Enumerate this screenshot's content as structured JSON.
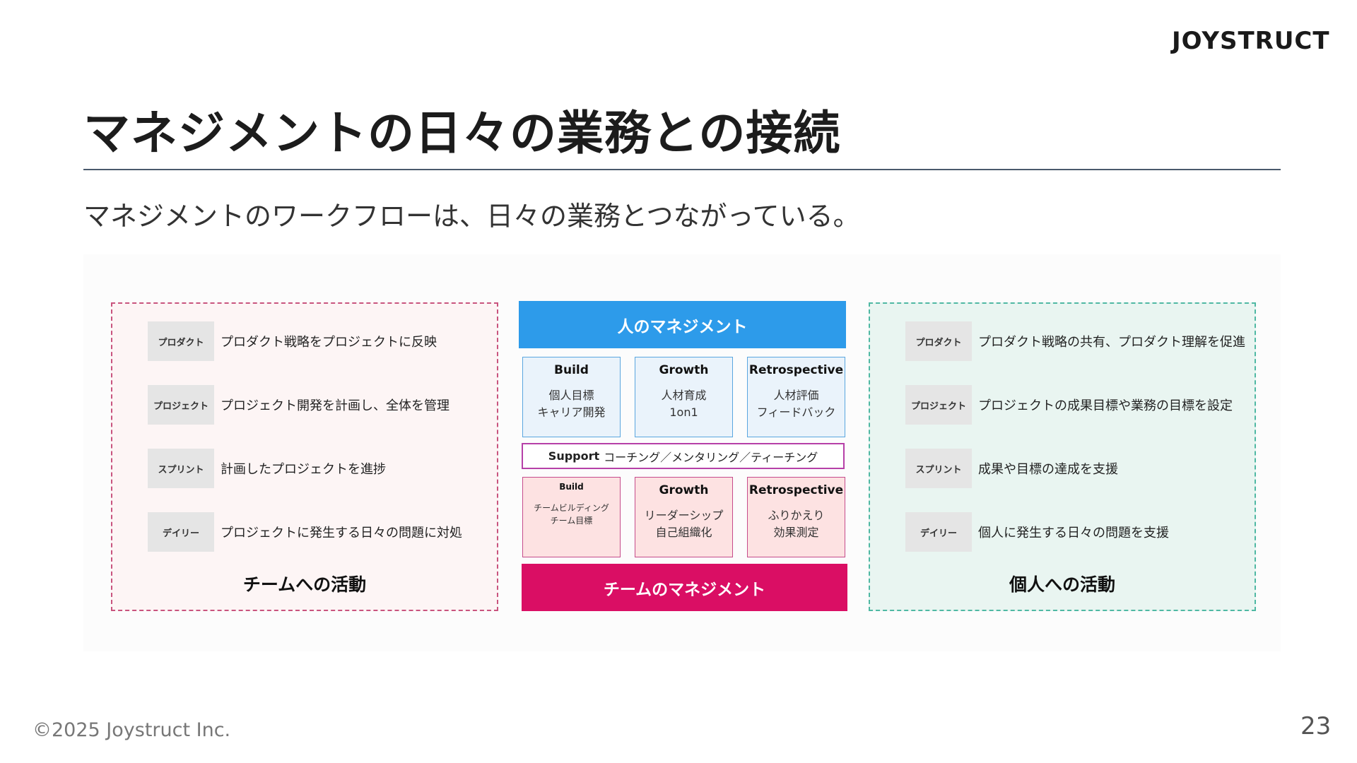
{
  "header": {
    "logo": "JOYSTRUCT"
  },
  "slide": {
    "title": "マネジメントの日々の業務との接続",
    "subtitle": "マネジメントのワークフローは、日々の業務とつながっている。"
  },
  "team_panel": {
    "label": "チームへの活動",
    "rows": [
      {
        "tag": "プロダクト",
        "text": "プロダクト戦略をプロジェクトに反映"
      },
      {
        "tag": "プロジェクト",
        "text": "プロジェクト開発を計画し、全体を管理"
      },
      {
        "tag": "スプリント",
        "text": "計画したプロジェクトを進捗"
      },
      {
        "tag": "デイリー",
        "text": "プロジェクトに発生する日々の問題に対処"
      }
    ]
  },
  "individual_panel": {
    "label": "個人への活動",
    "rows": [
      {
        "tag": "プロダクト",
        "text": "プロダクト戦略の共有、プロダクト理解を促進"
      },
      {
        "tag": "プロジェクト",
        "text": "プロジェクトの成果目標や業務の目標を設定"
      },
      {
        "tag": "スプリント",
        "text": "成果や目標の達成を支援"
      },
      {
        "tag": "デイリー",
        "text": "個人に発生する日々の問題を支援"
      }
    ]
  },
  "center": {
    "top_label": "人のマネジメント",
    "people_cells": [
      {
        "head": "Build",
        "line1": "個人目標",
        "line2": "キャリア開発"
      },
      {
        "head": "Growth",
        "line1": "人材育成",
        "line2": "1on1"
      },
      {
        "head": "Retrospective",
        "line1": "人材評価",
        "line2": "フィードバック"
      }
    ],
    "support_label": "Support",
    "support_text": "コーチング／メンタリング／ティーチング",
    "team_cells": [
      {
        "head": "Build",
        "line1": "チームビルディング",
        "line2": "チーム目標"
      },
      {
        "head": "Growth",
        "line1": "リーダーシップ",
        "line2": "自己組織化"
      },
      {
        "head": "Retrospective",
        "line1": "ふりかえり",
        "line2": "効果測定"
      }
    ],
    "bottom_label": "チームのマネジメント"
  },
  "footer": {
    "copyright": "©2025 Joystruct Inc.",
    "page_number": "23"
  },
  "colors": {
    "people_blue": "#2d9bea",
    "team_magenta": "#da0e64",
    "team_panel_border": "#c9547e",
    "individual_panel_border": "#4fb8a3"
  }
}
